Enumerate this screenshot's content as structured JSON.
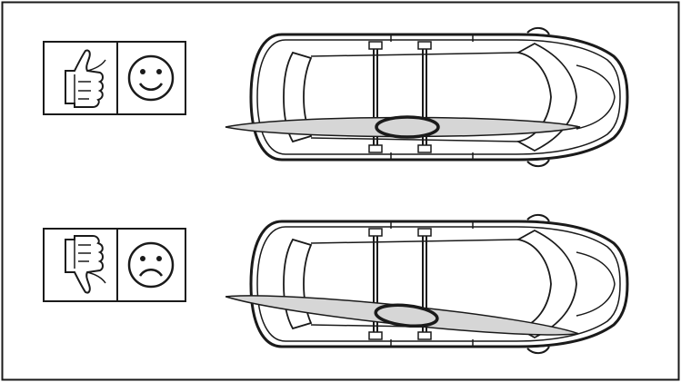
{
  "diagram": {
    "panels": [
      {
        "id": "correct",
        "hand": "thumbs-up-icon",
        "face": "smiley-face-icon",
        "kayak_orientation": "aligned"
      },
      {
        "id": "incorrect",
        "hand": "thumbs-down-icon",
        "face": "sad-face-icon",
        "kayak_orientation": "angled"
      }
    ],
    "colors": {
      "line": "#1a1a1a",
      "kayak_fill": "#d6d6d6",
      "background": "#ffffff"
    }
  }
}
